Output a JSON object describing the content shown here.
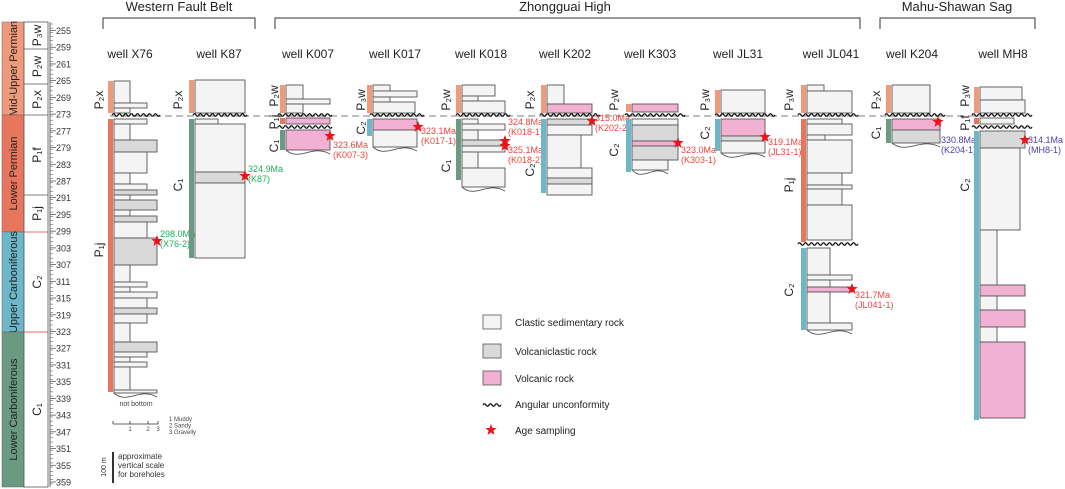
{
  "groups": [
    "Western Fault Belt",
    "Zhongguai High",
    "Mahu-Shawan Sag"
  ],
  "strat_column": {
    "periods": [
      "Mid-Upper Permian",
      "Lower Permian",
      "Upper Carboniferous",
      "Lower Carboniferous"
    ],
    "units": [
      "P₃w",
      "P₂w",
      "P₂x",
      "P₁f",
      "P₁j",
      "C₂",
      "C₁"
    ],
    "ages": [
      "255",
      "259",
      "261",
      "265",
      "269",
      "273",
      "277",
      "279",
      "283",
      "287",
      "291",
      "295",
      "299",
      "303",
      "307",
      "311",
      "315",
      "319",
      "323",
      "327",
      "331",
      "335",
      "339",
      "343",
      "347",
      "351",
      "355",
      "359"
    ]
  },
  "wells": [
    {
      "name": "well  X76",
      "formations": [
        "P₂x",
        "P₁j"
      ],
      "ages": [
        {
          "age": "298.0Ma",
          "sample": "(X76-2)"
        }
      ]
    },
    {
      "name": "well  K87",
      "formations": [
        "P₂x",
        "C₁"
      ],
      "ages": [
        {
          "age": "324.9Ma",
          "sample": "(K87)"
        }
      ]
    },
    {
      "name": "well  K007",
      "formations": [
        "P₂w",
        "P₁j",
        "C₁"
      ],
      "ages": [
        {
          "age": "323.6Ma",
          "sample": "(K007-3)"
        }
      ]
    },
    {
      "name": "well  K017",
      "formations": [
        "P₃w",
        "C₂"
      ],
      "ages": [
        {
          "age": "323.1Ma",
          "sample": "(K017-1)"
        }
      ]
    },
    {
      "name": "well  K018",
      "formations": [
        "P₂w",
        "C₁"
      ],
      "ages": [
        {
          "age": "324.8Ma",
          "sample": "(K018-1)"
        },
        {
          "age": "325.1Ma",
          "sample": "(K018-2)"
        }
      ]
    },
    {
      "name": "well  K202",
      "formations": [
        "P₂x",
        "C₂"
      ],
      "ages": [
        {
          "age": "315.0Ma",
          "sample": "(K202-2)"
        }
      ]
    },
    {
      "name": "well  K303",
      "formations": [
        "P₂w",
        "C₂"
      ],
      "ages": [
        {
          "age": "323.0Ma",
          "sample": "(K303-1)"
        }
      ]
    },
    {
      "name": "well  JL31",
      "formations": [
        "P₃w",
        "C₂"
      ],
      "ages": [
        {
          "age": "319.1Ma",
          "sample": "(JL31-1)"
        }
      ]
    },
    {
      "name": "well  JL041",
      "formations": [
        "P₃w",
        "P₁j",
        "C₂"
      ],
      "ages": [
        {
          "age": "321.7Ma",
          "sample": "(JL041-1)"
        }
      ]
    },
    {
      "name": "well  K204",
      "formations": [
        "P₂x",
        "C₁"
      ],
      "ages": [
        {
          "age": "330.8Ma",
          "sample": "(K204-1)"
        }
      ]
    },
    {
      "name": "well  MH8",
      "formations": [
        "P₃w",
        "P₁f",
        "C₂"
      ],
      "ages": [
        {
          "age": "314.1Ma",
          "sample": "(MH8-1)"
        }
      ]
    }
  ],
  "not_bottom": "not bottom",
  "grain_scale": {
    "ticks": [
      "1",
      "2",
      "3"
    ],
    "legend": [
      "1  Muddy",
      "2  Sandy",
      "3  Gravelly"
    ]
  },
  "vertical_scale": {
    "label": "100 m",
    "text": [
      "approximate",
      "vertical scale",
      "for boreholes"
    ]
  },
  "legend": [
    {
      "label": "Clastic sedimentary rock",
      "symbol": "clastic"
    },
    {
      "label": "Volcaniclastic rock",
      "symbol": "volcaniclastic"
    },
    {
      "label": "Volcanic rock",
      "symbol": "volcanic"
    },
    {
      "label": "Angular unconformity",
      "symbol": "wavy"
    },
    {
      "label": "Age sampling",
      "symbol": "star"
    }
  ],
  "colors": {
    "clastic": "#f4f4f4",
    "volcaniclastic": "#d9d9d9",
    "volcanic": "#f2b1d2",
    "mid_upper_permian": "#f09a7c",
    "lower_permian": "#e7765d",
    "upper_carboniferous": "#6cb8c8",
    "lower_carboniferous": "#6b9a82",
    "star": "#e8141c",
    "age_red": "#f0453f",
    "age_green": "#1fae5a",
    "age_purple": "#4a3fa8"
  }
}
